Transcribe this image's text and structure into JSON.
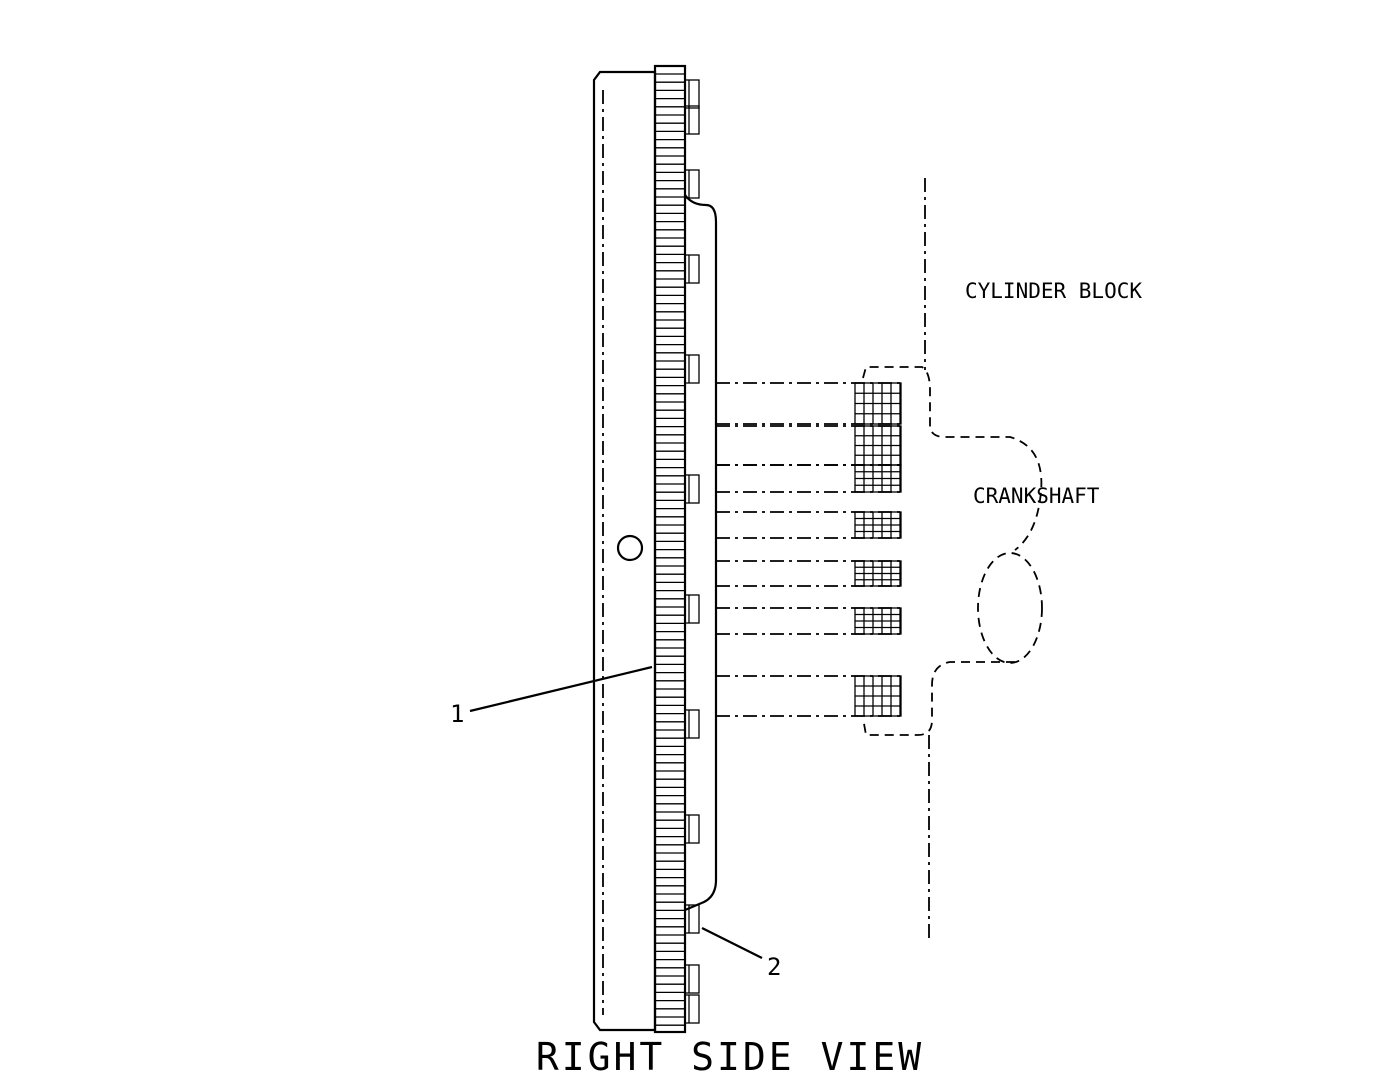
{
  "labels": {
    "cylinder_block": "CYLINDER BLOCK",
    "crankshaft": "CRANKSHAFT",
    "callout_1": "1",
    "callout_2": "2",
    "view_title": "RIGHT SIDE VIEW"
  },
  "colors": {
    "line": "#000000",
    "background": "#ffffff"
  }
}
